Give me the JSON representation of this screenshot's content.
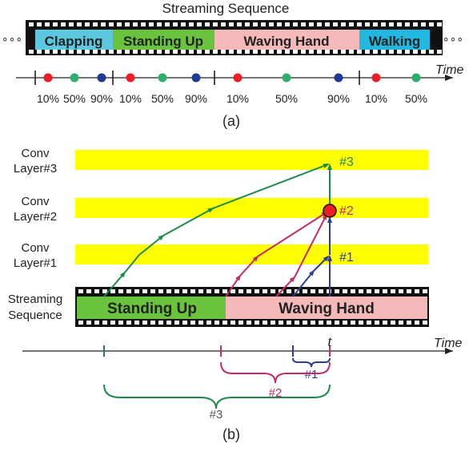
{
  "panel_a": {
    "title": "Streaming Sequence",
    "segments": [
      {
        "label": "Clapping",
        "color": "#5bc8e0"
      },
      {
        "label": "Standing Up",
        "color": "#6ac33c"
      },
      {
        "label": "Waving Hand",
        "color": "#f6b9ba"
      },
      {
        "label": "Walking",
        "color": "#21b7df"
      }
    ],
    "ellipsis": "∘∘∘",
    "axis_label": "Time",
    "percent_labels": [
      "10%",
      "50%",
      "90%",
      "10%",
      "50%",
      "90%",
      "10%",
      "50%",
      "90%",
      "10%",
      "50%"
    ],
    "dot_colors": {
      "red": "#ee1c25",
      "green": "#2eae6a",
      "blue": "#1f3a93"
    },
    "caption": "(a)"
  },
  "panel_b": {
    "layer_labels": [
      {
        "line1": "Conv",
        "line2": "Layer#3"
      },
      {
        "line1": "Conv",
        "line2": "Layer#2"
      },
      {
        "line1": "Conv",
        "line2": "Layer#1"
      },
      {
        "line1": "Streaming",
        "line2": "Sequence"
      }
    ],
    "layer_color": "#ffff00",
    "segments": [
      {
        "label": "Standing Up",
        "color": "#6ac33c"
      },
      {
        "label": "Waving Hand",
        "color": "#f6b9ba"
      }
    ],
    "node_labels": [
      "#3",
      "#2",
      "#1"
    ],
    "axis_label": "Time",
    "t_label": "t",
    "brace_labels": [
      "#1",
      "#2",
      "#3"
    ],
    "path_colors": {
      "green": "#1e8a4a",
      "magenta": "#c42a6a",
      "navy": "#2a3f8f"
    },
    "caption": "(b)"
  }
}
